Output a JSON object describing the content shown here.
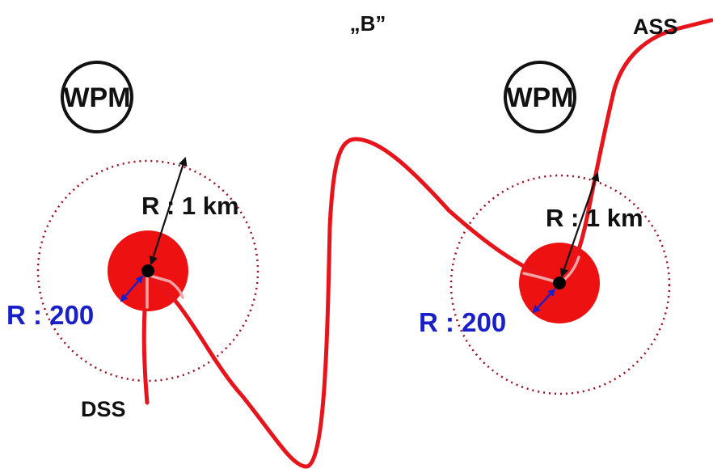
{
  "title": "„B”",
  "start_label": "DSS",
  "finish_label": "ASS",
  "waypoints": [
    {
      "badge": "WPM",
      "outer_radius_label": "R : 1 km",
      "inner_radius_label": "R : 200"
    },
    {
      "badge": "WPM",
      "outer_radius_label": "R : 1 km",
      "inner_radius_label": "R : 200"
    }
  ],
  "colors": {
    "route": "#e8141b",
    "zone": "#ee1111",
    "dotted_circle": "#a00c1c",
    "inner_radius_text": "#1a20c8",
    "outer_radius_text": "#111111",
    "background": "#ffffff"
  }
}
